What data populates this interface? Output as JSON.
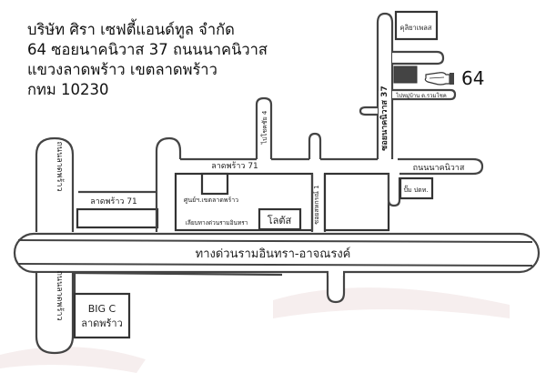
{
  "address": {
    "line1": "บริษัท ศิรา เซฟตี้แอนด์ทูล จำกัด",
    "line2": "64 ซอยนาคนิวาส 37 ถนนนาคนิวาส",
    "line3": "แขวงลาดพร้าว เขตลาดพร้าว",
    "line4": "กทม 10230"
  },
  "map": {
    "house_number": "64",
    "pointer_icon": "pointing-hand-icon",
    "roads": {
      "expressway": "ทางด่วนรามอินทรา-อาจณรงค์",
      "lat_phrao_road_upper": "ถนนลาดพร้าว",
      "lat_phrao_road_lower": "ถนนลาดพร้าว",
      "lat_phrao_71_left": "ลาดพร้าว 71",
      "lat_phrao_71_main": "ลาดพร้าว 71",
      "soi_chokchai_4": "ไปโชคชัย 4",
      "soi_sahakorn_1": "ซอยสหกรณ์ 1",
      "soi_nak_niwat_37": "ซอยนาคนิวาส 37",
      "nak_niwat_road": "ถนนนาคนิวาส",
      "to_village": "ไปหมู่บ้าน ด.รวมโชค",
      "frontage_road": "เลียบทางด่วนรามอินทรา"
    },
    "landmarks": {
      "kulliya_place": "คุลิยาเพลส",
      "gas_station": "ปั๊ม ปตท.",
      "district_center": "ศูนย์ฯ.เขตลาดพร้าว",
      "lotus": "โลตัส",
      "big_c_line1": "BIG C",
      "big_c_line2": "ลาดพร้าว"
    }
  }
}
